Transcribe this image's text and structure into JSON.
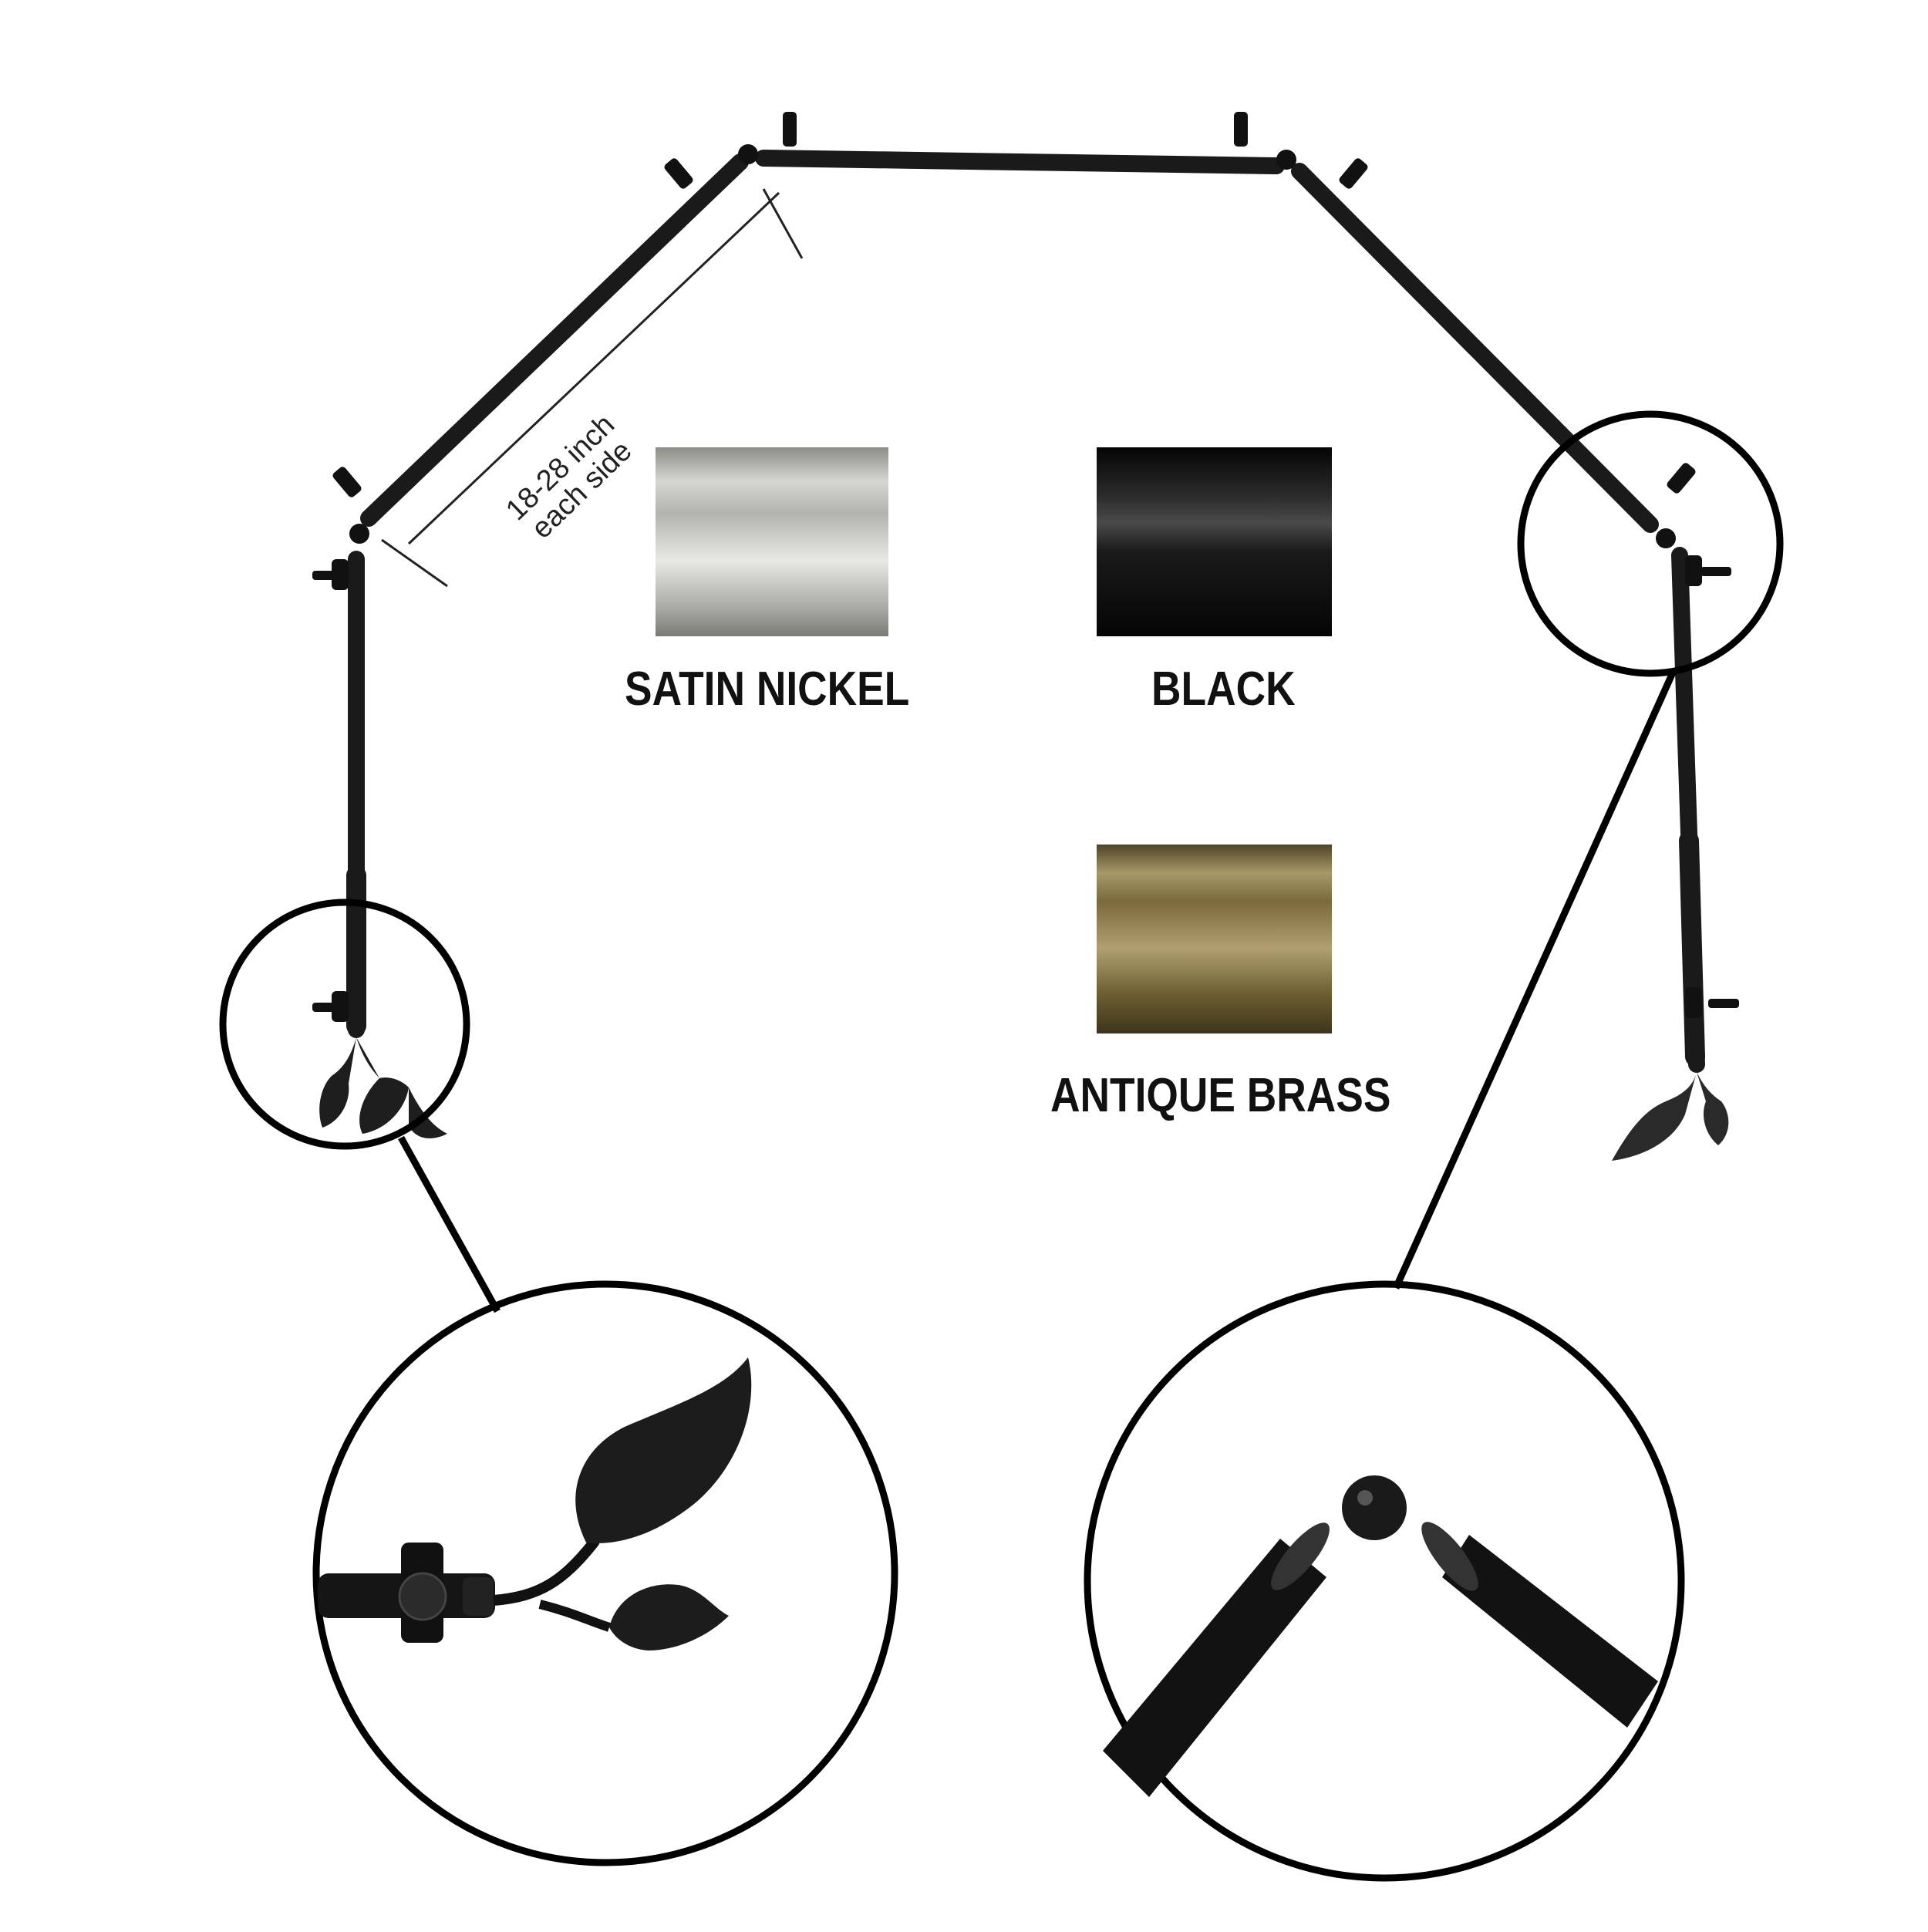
{
  "dimension_note": {
    "line1": "18-28 inch",
    "line2": "each side"
  },
  "finishes": [
    {
      "label": "SATIN NICKEL",
      "color": "#c9c9c4"
    },
    {
      "label": "BLACK",
      "color": "#151515"
    },
    {
      "label": "ANTIQUE BRASS",
      "color": "#8e7d4e"
    }
  ],
  "rod_color": "#1a1a1a"
}
